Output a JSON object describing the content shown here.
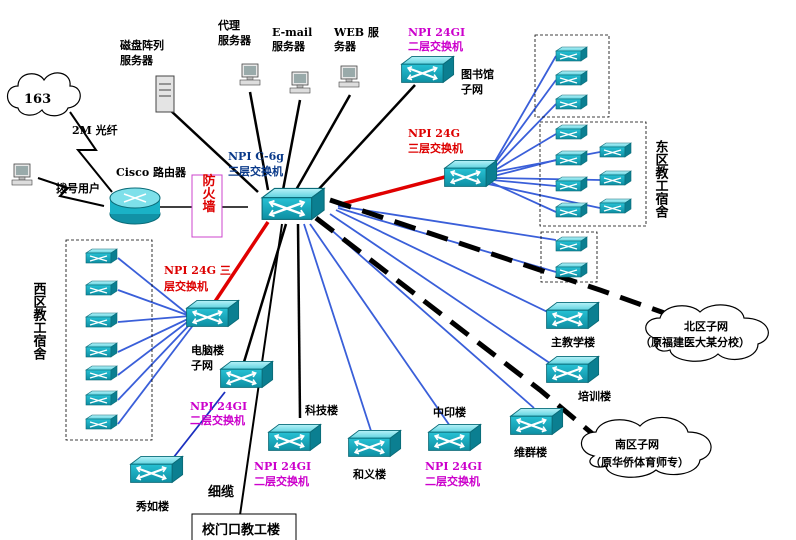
{
  "labels": {
    "cloud_163": "163",
    "fiber": "2M 光纤",
    "dialup": "拨号用户",
    "router": "Cisco 路由器",
    "firewall": "防火墙",
    "disk_array_1": "磁盘阵列",
    "disk_array_2": "服务器",
    "proxy_1": "代理",
    "proxy_2": "服务器",
    "email_1": "E-mail",
    "email_2": "服务器",
    "web_1": "WEB  服",
    "web_2": "务器",
    "core_1": "NPI      C-6g",
    "core_2": "三层交换机",
    "lib_switch_1": "NPI 24GI",
    "lib_switch_2": "二层交换机",
    "library_1": "图书馆",
    "library_2": "子网",
    "east_switch_1": "NPI 24G",
    "east_switch_2": "三层交换机",
    "east_dorm": "东区教工宿舍",
    "west_switch_1": "NPI 24G 三",
    "west_switch_2": "层交换机",
    "west_dorm": "西区教工宿舍",
    "computer_1": "电脑楼",
    "computer_2": "子网",
    "sw_a_1": "NPI 24GI",
    "sw_a_2": "二层交换机",
    "xiuru": "秀如楼",
    "fiber_thin": "细缆",
    "gate_bldg": "校门口教工楼",
    "keji": "科技楼",
    "sw_b_1": "NPI 24GI",
    "sw_b_2": "二层交换机",
    "heyi": "和义楼",
    "zhongyin": "中印楼",
    "sw_c_1": "NPI 24GI",
    "sw_c_2": "二层交换机",
    "weiqun": "维群楼",
    "main_teach": "主教学楼",
    "training": "培训楼",
    "north_1": "北区子网",
    "north_2": "（原福建医大某分校）",
    "south_1": "南区子网",
    "south_2": "（原华侨体育师专）"
  },
  "colors": {
    "blue_link": "#3a5fd9",
    "red_link": "#e00000",
    "black_link": "#000000",
    "switch_fill": "#19b7c9",
    "magenta_text": "#cc00cc",
    "red_text": "#dd0000"
  }
}
